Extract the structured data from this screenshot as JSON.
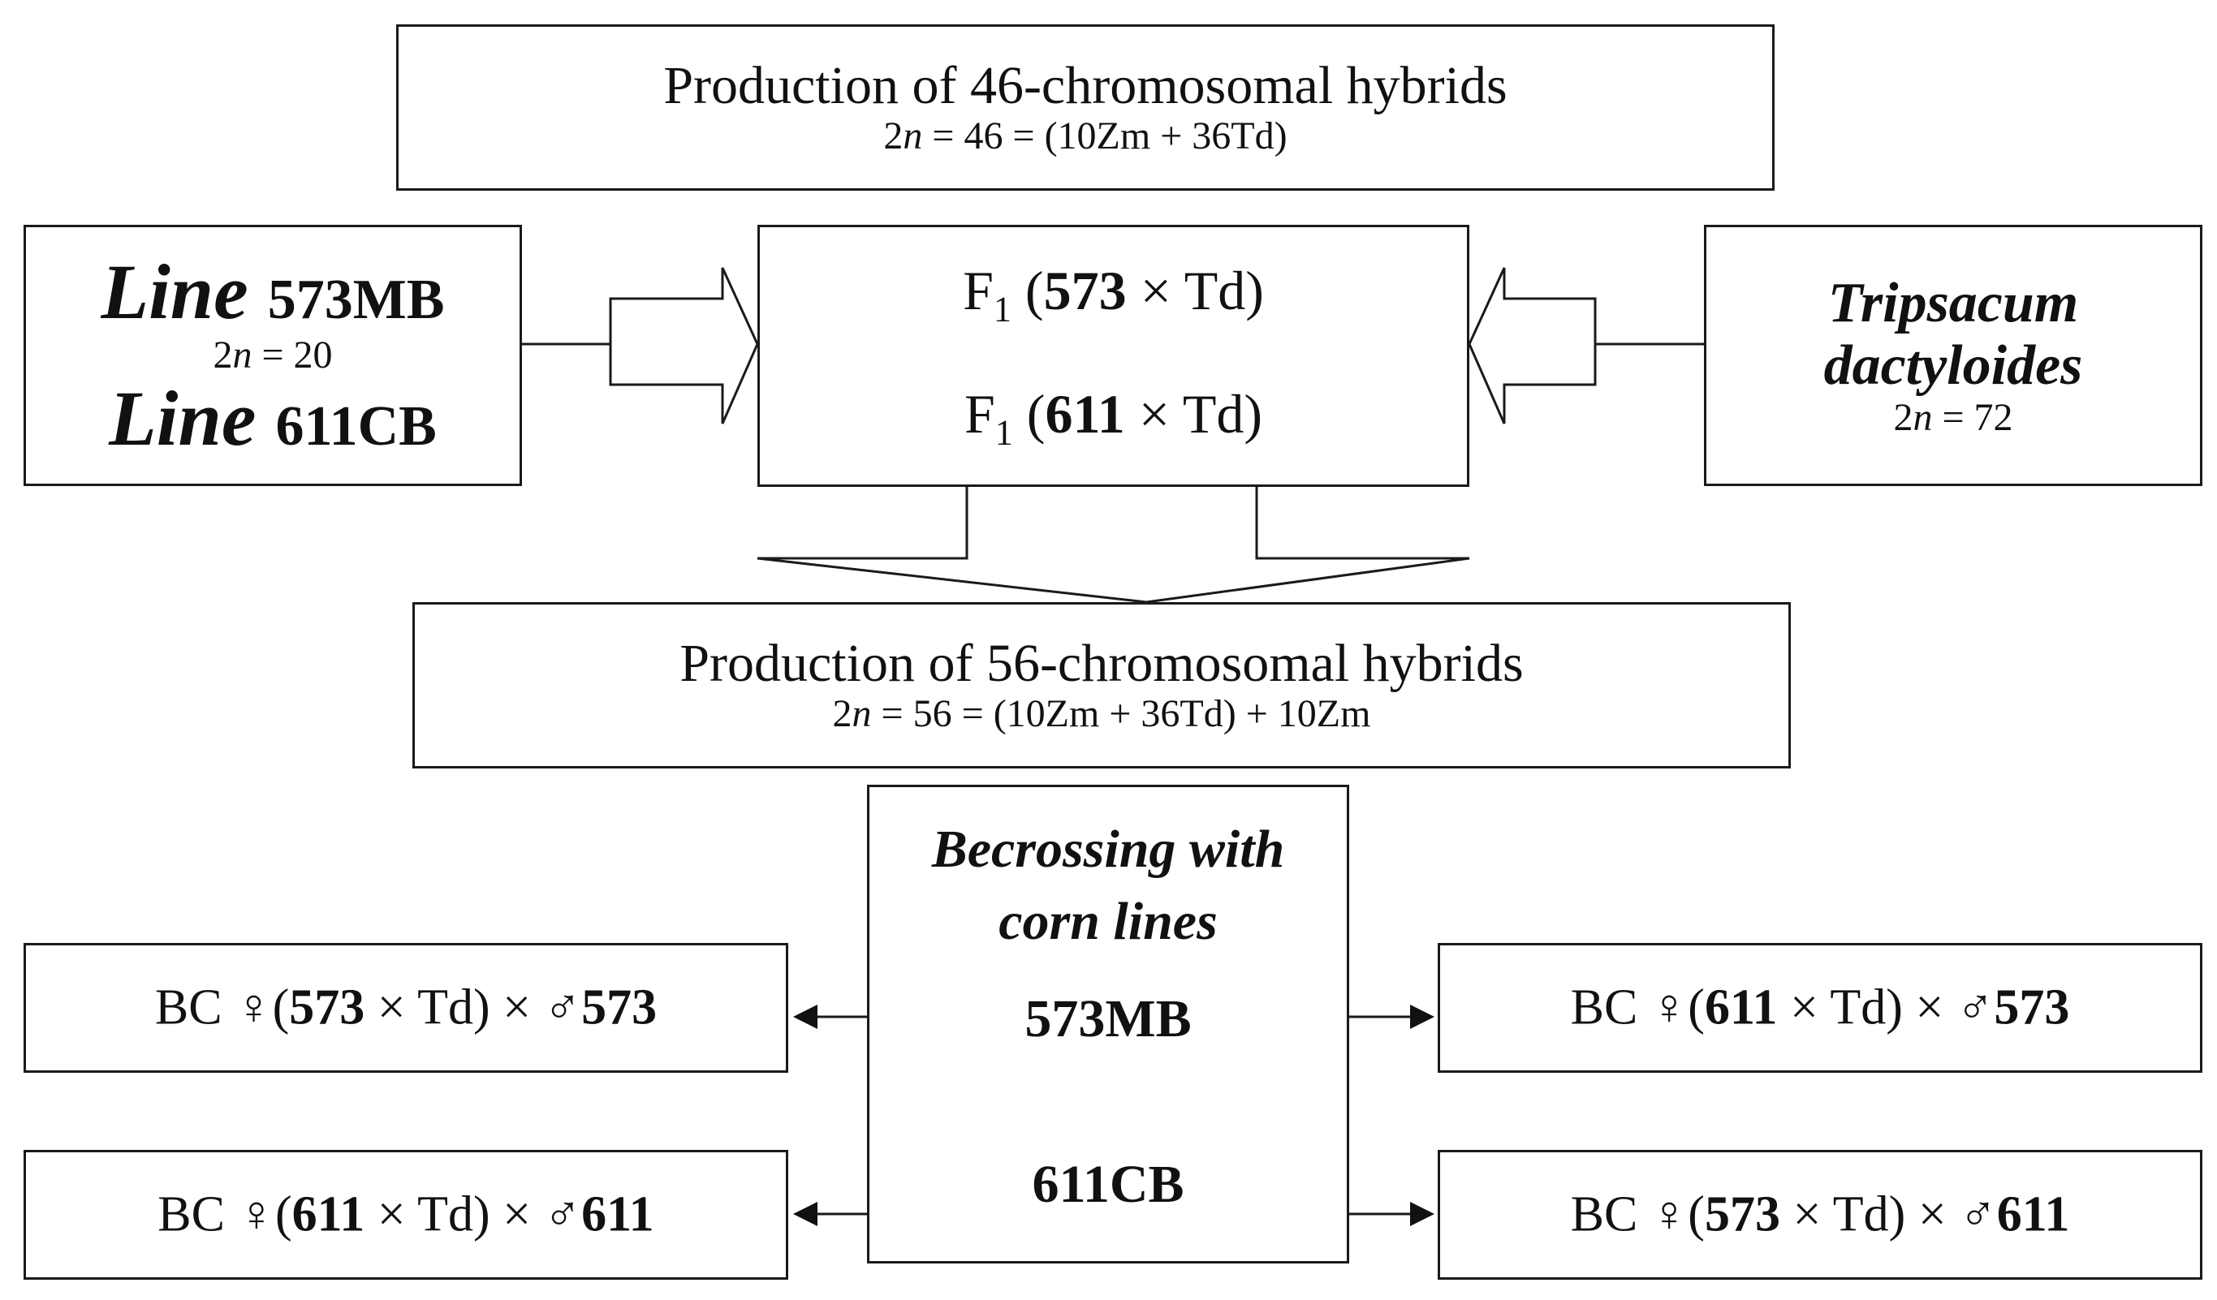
{
  "top_box": {
    "title": "Production of 46-chromosomal hybrids",
    "formula_prefix": "2",
    "formula_n": "n",
    "formula_rest": " = 46 = (10Zm + 36Td)"
  },
  "left_box": {
    "line_word": "Line",
    "line1_code": "573MB",
    "chrom_prefix": "2",
    "chrom_n": "n",
    "chrom_rest": " = 20",
    "line2_code": "611CB"
  },
  "center_box": {
    "f1_a_prefix": "F",
    "f1_a_sub": "1",
    "f1_a_open": " (",
    "f1_a_line": "573",
    "f1_a_rest": " × Td)",
    "f1_b_prefix": "F",
    "f1_b_sub": "1",
    "f1_b_open": " (",
    "f1_b_line": "611",
    "f1_b_rest": " × Td)"
  },
  "right_box": {
    "species_1": "Tripsacum",
    "species_2": "dactyloides",
    "chrom_prefix": "2",
    "chrom_n": "n",
    "chrom_rest": " = 72"
  },
  "middle_box": {
    "title": "Production of 56-chromosomal hybrids",
    "formula_prefix": "2",
    "formula_n": "n",
    "formula_rest": " = 56 = (10Zm + 36Td) + 10Zm"
  },
  "backcross_box": {
    "title_1": "Becrossing with",
    "title_2": "corn lines",
    "line_a": "573MB",
    "line_b": "611CB"
  },
  "results": [
    {
      "prefix": "BC ♀(",
      "female": "573",
      "mid": " × Td) × ♂",
      "male": "573"
    },
    {
      "prefix": "BC ♀(",
      "female": "611",
      "mid": " × Td) × ♂",
      "male": "573"
    },
    {
      "prefix": "BC ♀(",
      "female": "611",
      "mid": " × Td) × ♂",
      "male": "611"
    },
    {
      "prefix": "BC ♀(",
      "female": "573",
      "mid": " × Td) × ♂",
      "male": "611"
    }
  ]
}
